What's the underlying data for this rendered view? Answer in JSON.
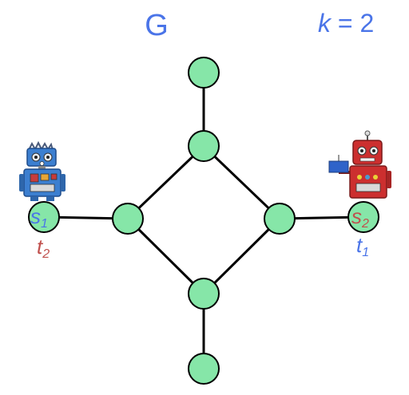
{
  "title": "G",
  "k_label": {
    "variable": "k",
    "rest": " = 2"
  },
  "colors": {
    "blue": "#4a74e8",
    "red": "#c0504d",
    "node_fill": "#86e6a8",
    "edge": "#000000"
  },
  "graph": {
    "nodes": [
      {
        "id": "top",
        "label": ""
      },
      {
        "id": "upper",
        "label": ""
      },
      {
        "id": "left",
        "label": ""
      },
      {
        "id": "right",
        "label": ""
      },
      {
        "id": "lower",
        "label": ""
      },
      {
        "id": "bottom",
        "label": ""
      },
      {
        "id": "far-left",
        "label": ""
      },
      {
        "id": "far-right",
        "label": ""
      }
    ],
    "edges": [
      [
        "top",
        "upper"
      ],
      [
        "upper",
        "left"
      ],
      [
        "upper",
        "right"
      ],
      [
        "left",
        "lower"
      ],
      [
        "right",
        "lower"
      ],
      [
        "lower",
        "bottom"
      ],
      [
        "far-left",
        "left"
      ],
      [
        "right",
        "far-right"
      ]
    ]
  },
  "terminals": {
    "s1": {
      "main": "s",
      "sub": "1"
    },
    "t2": {
      "main": "t",
      "sub": "2"
    },
    "s2": {
      "main": "s",
      "sub": "2"
    },
    "t1": {
      "main": "t",
      "sub": "1"
    }
  },
  "robots": {
    "left": {
      "icon": "blue-robot-icon"
    },
    "right": {
      "icon": "red-robot-icon"
    }
  }
}
